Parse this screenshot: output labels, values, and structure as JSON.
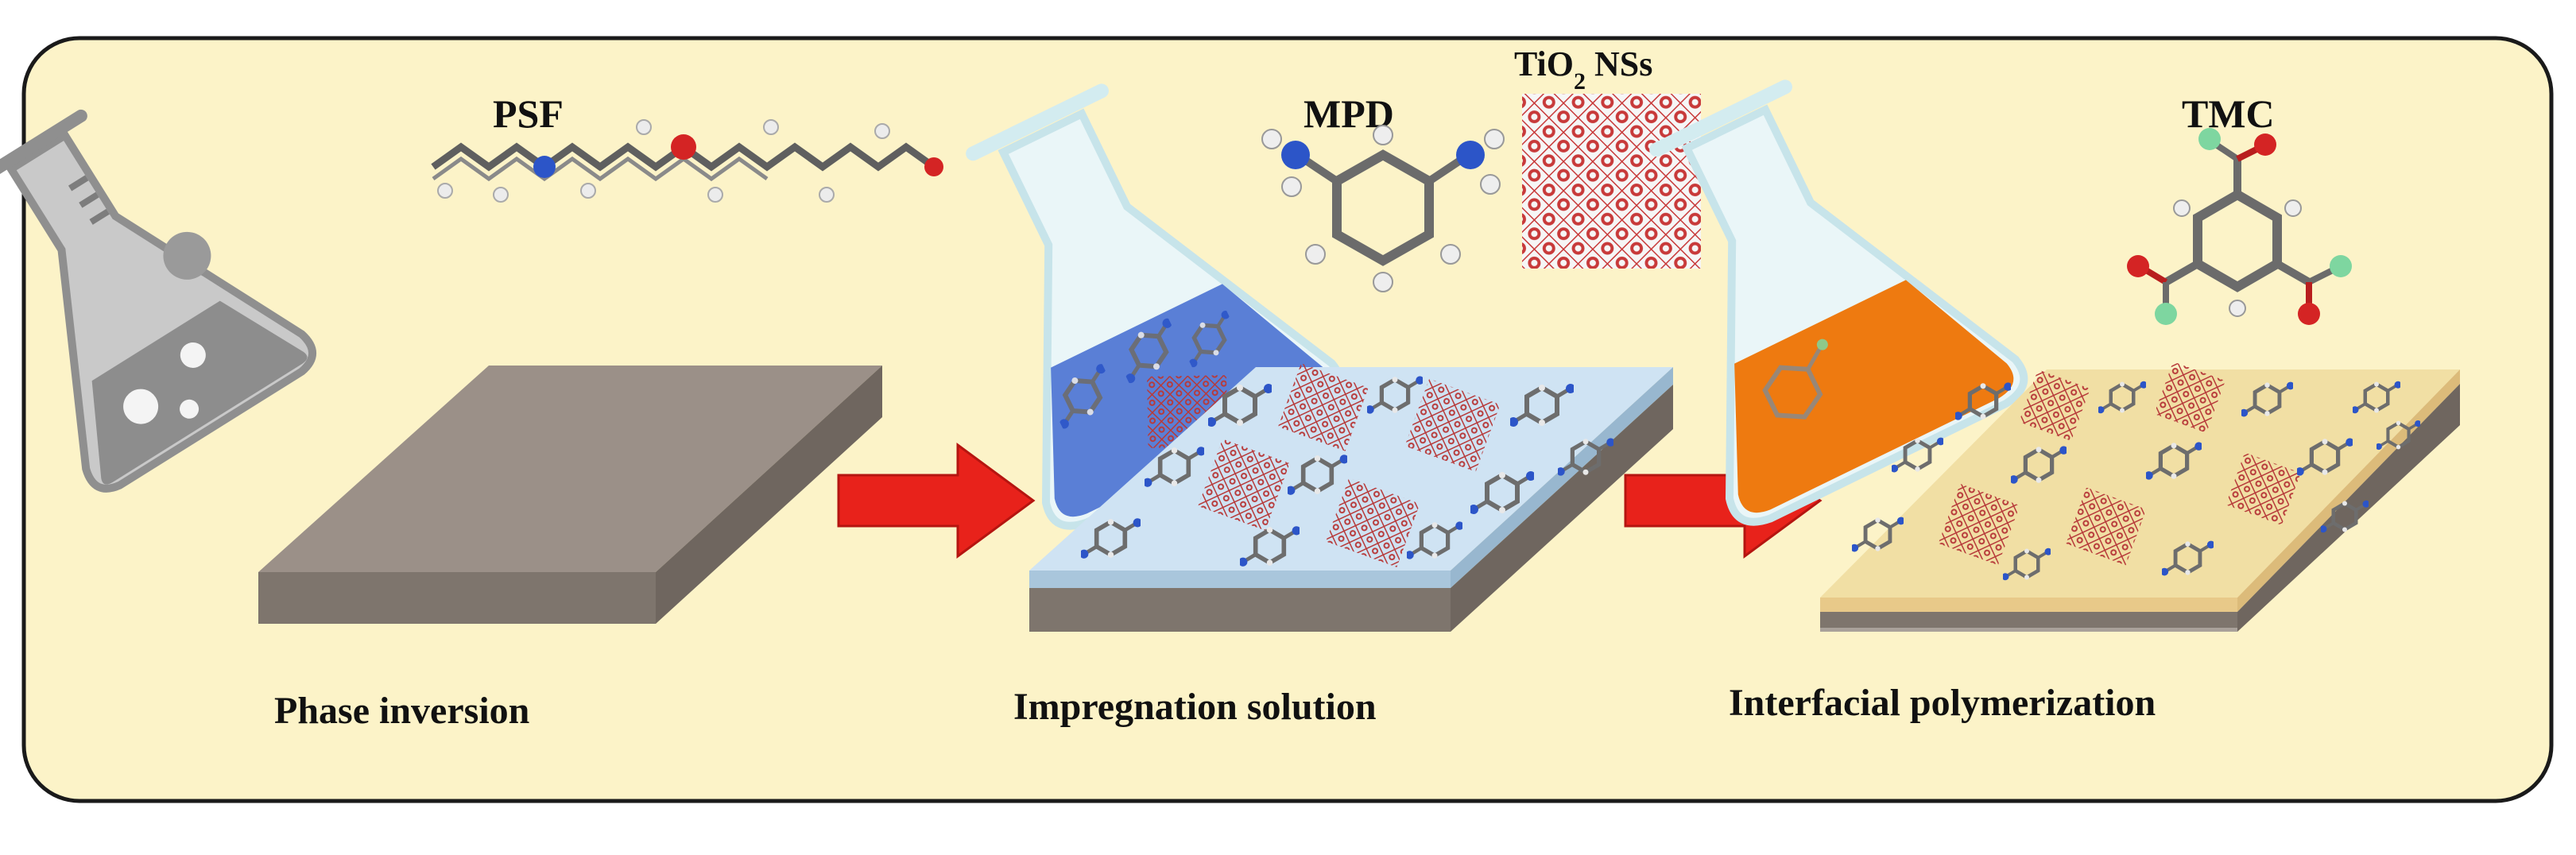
{
  "panel": {
    "background": "#fcf3c8",
    "border": "#1a1a1a"
  },
  "labels": {
    "psf": "PSF",
    "mpd": "MPD",
    "tio2_prefix": "TiO",
    "tio2_sub": "2",
    "tio2_suffix": " NSs",
    "tmc": "TMC"
  },
  "steps": [
    {
      "caption": "Phase inversion"
    },
    {
      "caption": "Impregnation  solution"
    },
    {
      "caption": "Interfacial  polymerization"
    }
  ],
  "colors": {
    "arrow": "#e8221b",
    "membrane_top": "#9b9088",
    "membrane_side": "#7e756d",
    "impregnation_layer": "#cfe3f3",
    "polyamide_layer": "#f1dfa4",
    "mpd_solution": "#5a7fd6",
    "tmc_solution": "#ee7a10",
    "flask_gray": "#8d8d8d",
    "nanosheet": "#c83a3a"
  },
  "icons": [
    "beaker-icon",
    "erlenmeyer-flask-icon",
    "molecule-icon",
    "nanosheet-icon",
    "arrow-icon"
  ]
}
